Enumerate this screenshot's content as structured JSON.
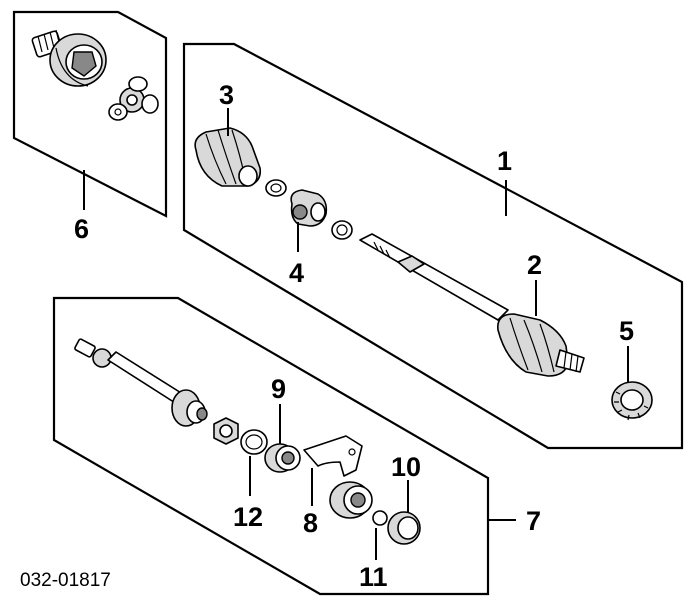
{
  "diagram": {
    "figure_code": "032-01817",
    "callouts": [
      {
        "id": "1",
        "label": "1"
      },
      {
        "id": "2",
        "label": "2"
      },
      {
        "id": "3",
        "label": "3"
      },
      {
        "id": "4",
        "label": "4"
      },
      {
        "id": "5",
        "label": "5"
      },
      {
        "id": "6",
        "label": "6"
      },
      {
        "id": "7",
        "label": "7"
      },
      {
        "id": "8",
        "label": "8"
      },
      {
        "id": "9",
        "label": "9"
      },
      {
        "id": "10",
        "label": "10"
      },
      {
        "id": "11",
        "label": "11"
      },
      {
        "id": "12",
        "label": "12"
      }
    ]
  }
}
